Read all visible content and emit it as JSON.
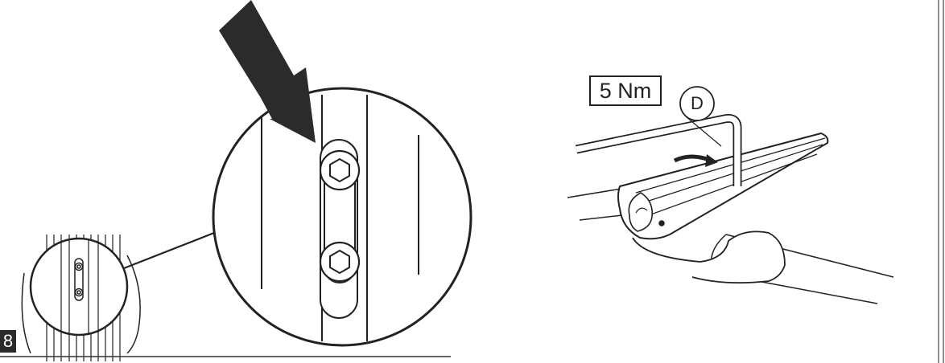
{
  "step": {
    "number": "8"
  },
  "left_panel": {
    "arrow_direction": "down-right",
    "detail_magnified": "bolts-in-slot"
  },
  "right_panel": {
    "torque_label": "5 Nm",
    "part_callout": "D",
    "tool": "hex-key"
  },
  "colors": {
    "ink": "#222222",
    "arrow": "#2b2b2b",
    "badge": "#2a2a2a",
    "paper": "#ffffff"
  }
}
